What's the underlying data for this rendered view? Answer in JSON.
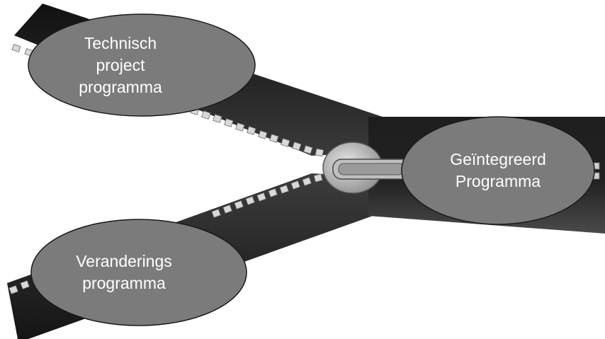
{
  "diagram": {
    "nodes": [
      {
        "id": "technisch",
        "label": "Technisch\nproject\nprogramma"
      },
      {
        "id": "geintegreerd",
        "label": "Geïntegreerd\nProgramma"
      },
      {
        "id": "veranderings",
        "label": "Veranderings\nprogramma"
      }
    ],
    "colors": {
      "node_fill": "#7b7b7b",
      "node_stroke": "#1a1a1a",
      "node_text": "#ffffff",
      "tape": "#2a2a2a",
      "teeth": "#d8d8d8",
      "slider": "#bdbdbd"
    }
  }
}
